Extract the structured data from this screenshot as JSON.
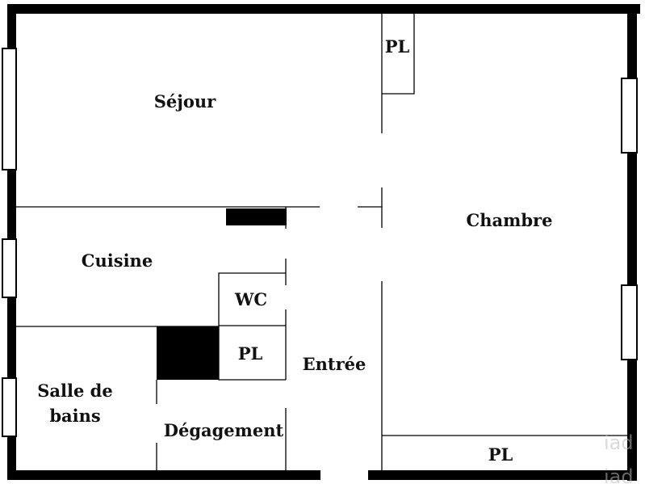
{
  "rooms": {
    "sejour": "Séjour",
    "chambre": "Chambre",
    "cuisine": "Cuisine",
    "wc": "WC",
    "pl_top": "PL",
    "pl_middle": "PL",
    "entree": "Entrée",
    "salle_line1": "Salle de",
    "salle_line2": "bains",
    "degagement": "Dégagement",
    "pl_bottom": "PL"
  },
  "watermark": {
    "text_top": "iad",
    "text_bottom": "iad"
  }
}
